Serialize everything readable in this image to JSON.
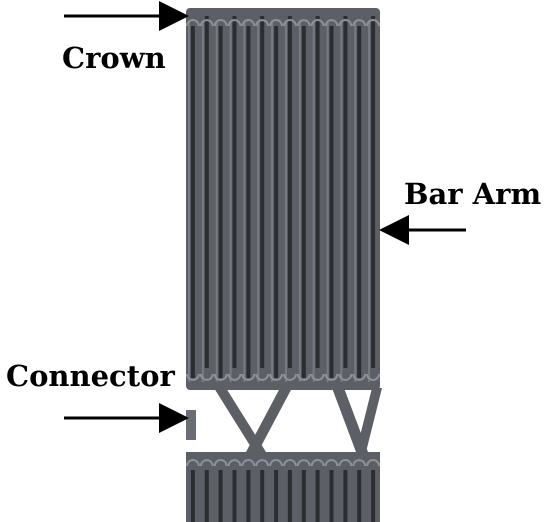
{
  "labels": {
    "crown": "Crown",
    "bar_arm": "Bar Arm",
    "connector": "Connector"
  },
  "colors": {
    "strut": "#5c5f66",
    "strut_light": "#8e9199",
    "gap": "#2b2d31",
    "arrow": "#000000",
    "background": "#ffffff"
  }
}
